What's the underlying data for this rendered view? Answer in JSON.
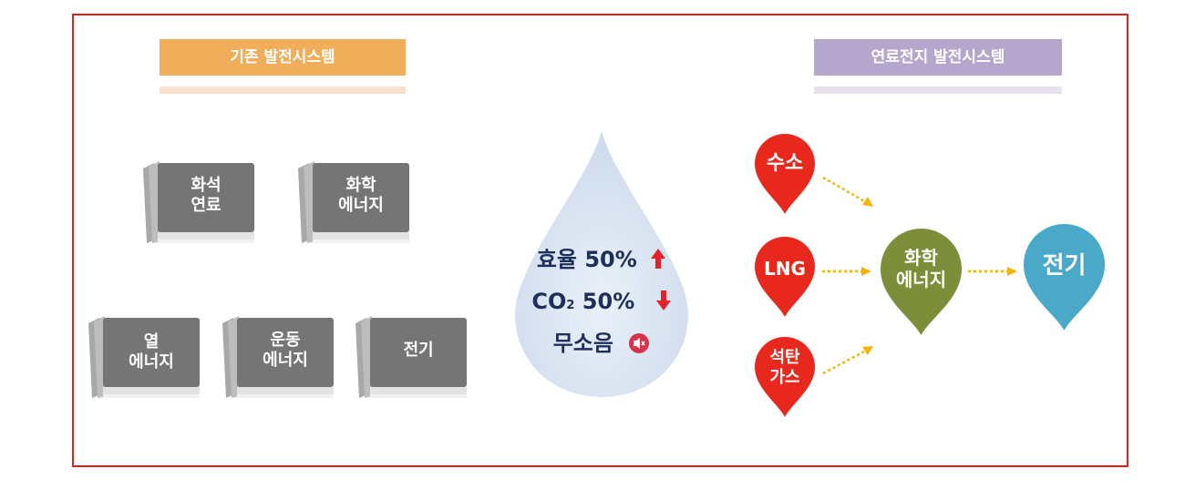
{
  "left_system": {
    "title": "기존 발전시스템",
    "cards": [
      {
        "line1": "화석",
        "line2": "연료"
      },
      {
        "line1": "화학",
        "line2": "에너지"
      },
      {
        "line1": "열",
        "line2": "에너지"
      },
      {
        "line1": "운동",
        "line2": "에너지"
      },
      {
        "line1": "전기",
        "line2": ""
      }
    ]
  },
  "center_drop": {
    "efficiency": "효율 50%",
    "co2_prefix": "CO",
    "co2_sub": "2",
    "co2_value": "50%",
    "noise": "무소음"
  },
  "right_system": {
    "title": "연료전지 발전시스템",
    "sources": [
      {
        "line1": "수소",
        "line2": ""
      },
      {
        "line1": "LNG",
        "line2": ""
      },
      {
        "line1": "석탄",
        "line2": "가스"
      }
    ],
    "middle": {
      "line1": "화학",
      "line2": "에너지"
    },
    "output": {
      "line1": "전기"
    }
  },
  "colors": {
    "frame": "#e02020",
    "left_banner": "#f0ad5a",
    "right_banner": "#b4a6cc",
    "card": "#757575",
    "card_back": "#a8a8a8",
    "drop": "#dbe6f3",
    "drop_text": "#1d2f5a",
    "up_arrow": "#e5212a",
    "down_arrow": "#e5212a",
    "pin_red": "#e8281c",
    "pin_green": "#7c8e3a",
    "pin_blue": "#4aa8c8",
    "arrow_dots": "#f4b400"
  }
}
